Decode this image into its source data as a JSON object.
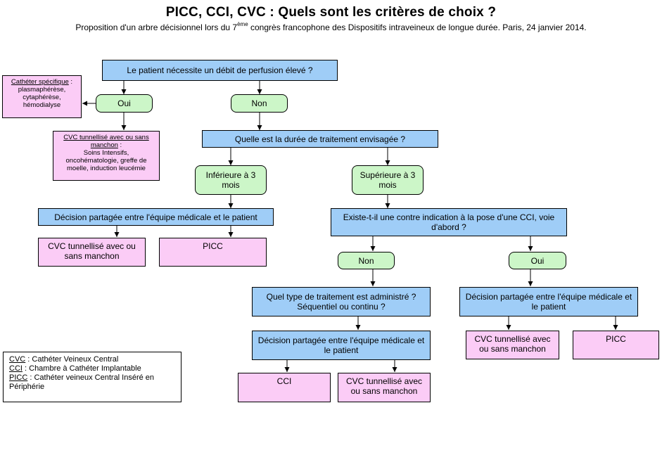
{
  "header": {
    "title": "PICC, CCI, CVC : Quels sont les critères de choix ?",
    "subtitle_pre": "Proposition d'un arbre décisionnel lors du 7",
    "subtitle_sup": "ème",
    "subtitle_post": " congrès francophone des Dispositifs intraveineux de longue durée. Paris, 24 janvier 2014."
  },
  "nodes": {
    "q_debit": "Le patient nécessite un débit de perfusion élevé ?",
    "oui_1": "Oui",
    "non_1": "Non",
    "cath_specifique_title": "Cathéter spécifique",
    "cath_specifique_colon": " :",
    "cath_specifique_body": "plasmaphérèse, cytaphérèse, hémodialyse",
    "cvc_tunnel_title": "CVC tunnellisé avec ou sans manchon",
    "cvc_tunnel_colon": " :",
    "cvc_tunnel_body": "Soins Intensifs, oncohématologie, greffe de moelle, induction leucémie",
    "q_duree": "Quelle est la durée de traitement envisagée ?",
    "inf_3_mois": "Inférieure à 3 mois",
    "sup_3_mois": "Supérieure à 3 mois",
    "decision_left": "Décision partagée entre l'équipe médicale et le patient",
    "cvc_left": "CVC tunnellisé avec ou sans manchon",
    "picc_left": "PICC",
    "q_contre_indication": "Existe-t-il une contre indication à la pose d'une CCI, voie d'abord ?",
    "non_2": "Non",
    "oui_2": "Oui",
    "q_type_traitement": "Quel type de traitement est administré ? Séquentiel ou continu ?",
    "decision_right": "Décision partagée entre l'équipe médicale et le patient",
    "decision_mid": "Décision partagée entre l'équipe médicale et le patient",
    "cvc_right": "CVC tunnellisé avec ou sans manchon",
    "picc_right": "PICC",
    "cci_bottom": "CCI",
    "cvc_bottom": "CVC tunnellisé avec ou sans manchon"
  },
  "legend": [
    {
      "abbr": "CVC",
      "def": " : Cathéter Veineux Central"
    },
    {
      "abbr": "CCI",
      "def": " : Chambre à Cathéter Implantable"
    },
    {
      "abbr": "PICC",
      "def": " : Cathéter veineux Central Inséré en Périphérie"
    }
  ],
  "colors": {
    "question": "#9fcdf7",
    "answer": "#ccf6c8",
    "outcome": "#fbccf6",
    "line": "#000000"
  }
}
